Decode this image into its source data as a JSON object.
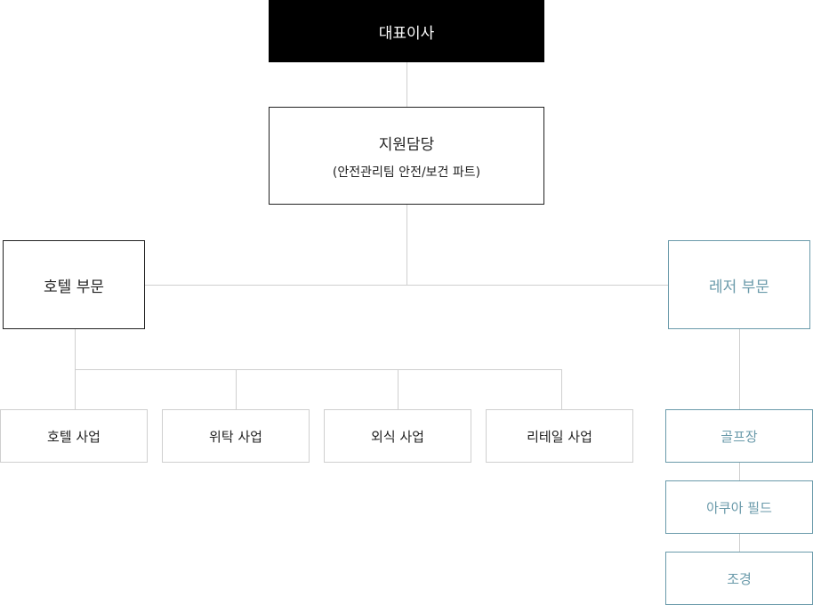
{
  "ceo": {
    "label": "대표이사"
  },
  "support": {
    "title": "지원담당",
    "subtitle": "(안전관리팀 안전/보건 파트)"
  },
  "hotel_division": {
    "label": "호텔 부문",
    "businesses": [
      "호텔 사업",
      "위탁 사업",
      "외식 사업",
      "리테일 사업"
    ]
  },
  "leisure_division": {
    "label": "레저 부문",
    "businesses": [
      "골프장",
      "아쿠아 필드",
      "조경"
    ]
  },
  "colors": {
    "ceo_bg": "#000000",
    "leisure_accent": "#6a9aaa",
    "line": "#cfcfcf"
  }
}
